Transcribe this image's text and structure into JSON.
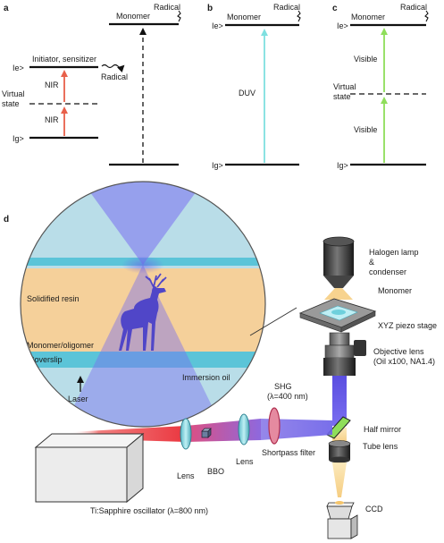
{
  "panels": {
    "a": {
      "letter": "a",
      "radical_top": "Radical",
      "monomer": "Monomer",
      "initiator": "Initiator, sensitizer",
      "radical": "Radical",
      "le": "Ie>",
      "virtual_line1": "Virtual",
      "virtual_line2": "state",
      "nir_upper": "NIR",
      "nir_lower": "NIR",
      "lg": "Ig>"
    },
    "b": {
      "letter": "b",
      "radical": "Radical",
      "monomer": "Monomer",
      "le": "Ie>",
      "transition": "DUV",
      "lg": "Ig>"
    },
    "c": {
      "letter": "c",
      "radical": "Radical",
      "monomer": "Monomer",
      "le": "Ie>",
      "visible_upper": "Visible",
      "virtual_line1": "Virtual",
      "virtual_line2": "state",
      "visible_lower": "Visible",
      "lg": "Ig>"
    },
    "d": {
      "letter": "d",
      "halogen_line1": "Halogen lamp",
      "halogen_line2": "&",
      "halogen_line3": "condenser",
      "monomer": "Monomer",
      "stage": "XYZ piezo stage",
      "objective_line1": "Objective lens",
      "objective_line2": "(Oil x100, NA1.4)",
      "shg_line1": "SHG",
      "shg_line2": "(λ=400 nm)",
      "half_mirror": "Half mirror",
      "tube_lens": "Tube lens",
      "ccd": "CCD",
      "shortpass": "Shortpass filter",
      "lens_right": "Lens",
      "bbo": "BBO",
      "lens_left": "Lens",
      "oscillator": "Ti:Sapphire oscillator (λ=800 nm)",
      "inset": {
        "resin": "Solidified resin",
        "monomer": "Monomer/oligomer",
        "coverslip": "Coverslip",
        "immersion": "Immersion oil",
        "laser": "Laser"
      }
    }
  },
  "colors": {
    "nir": "#e8604a",
    "duv": "#7fe0e0",
    "visible": "#8fde5a",
    "laser_red": "#e8202a",
    "laser_blue": "#6a5fe8",
    "resin": "#f5d09a",
    "coverslip": "#5bc4d8"
  }
}
